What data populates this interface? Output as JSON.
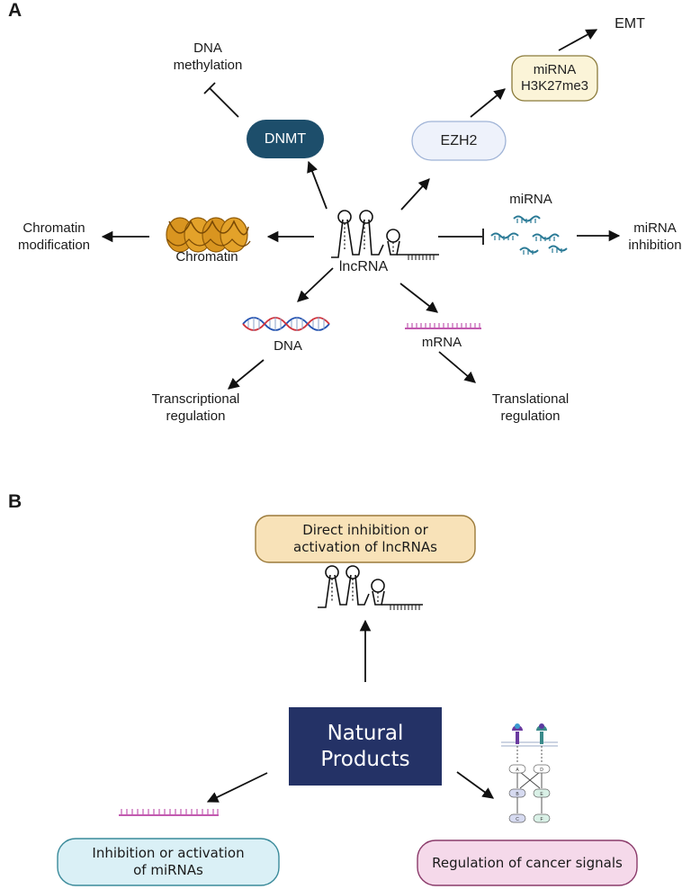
{
  "panel_a": {
    "letter": "A",
    "center_label": "lncRNA",
    "nodes": {
      "dna_methylation": "DNA\nmethylation",
      "dnmt": "DNMT",
      "ezh2": "EZH2",
      "mirna_h3k27me3": "miRNA\nH3K27me3",
      "emt": "EMT",
      "mirna": "miRNA",
      "mirna_inhibition": "miRNA\ninhibition",
      "chromatin_modification": "Chromatin\nmodification",
      "chromatin": "Chromatin",
      "dna": "DNA",
      "mrna": "mRNA",
      "transcriptional_regulation": "Transcriptional\nregulation",
      "translational_regulation": "Translational\nregulation"
    }
  },
  "panel_b": {
    "letter": "B",
    "natural_products": "Natural\nProducts",
    "direct_lncrna": "Direct inhibition or\nactivation of lncRNAs",
    "mirnas": "Inhibition or activation\nof miRNAs",
    "cancer_signals": "Regulation of cancer signals",
    "pathway_nodes": [
      "A",
      "D",
      "B",
      "E",
      "C",
      "F"
    ]
  },
  "colors": {
    "dnmt_fill": "#1d4e6b",
    "ezh2_fill": "#eef2fb",
    "ezh2_border": "#9fb3d6",
    "mirna_h3_fill": "#fbf4d8",
    "mirna_h3_border": "#8a7a3a",
    "natural_products_fill": "#243266",
    "direct_fill": "#f8e2b8",
    "direct_border": "#9b7a3a",
    "mirnas_fill": "#daf0f6",
    "mirnas_border": "#3a8a9a",
    "cancer_fill": "#f5d9ea",
    "cancer_border": "#8a3a6a",
    "mirna_icon": "#2a7a96",
    "mrna_icon": "#c25ab0",
    "chromatin": "#d99520"
  }
}
